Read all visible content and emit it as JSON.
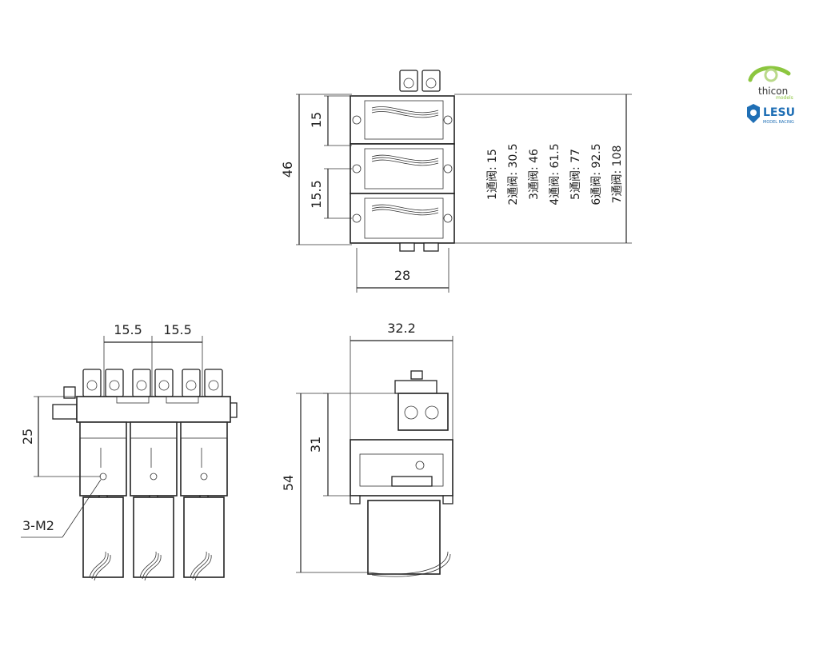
{
  "logos": {
    "thicon": "thicon",
    "thicon_sub": "models",
    "lesu": "LESU",
    "lesu_sub": "MODEL RACING"
  },
  "top_view": {
    "dim_total_height": "46",
    "dim_first": "15",
    "dim_pitch": "15.5",
    "dim_width": "28",
    "channel_table": [
      "1通阀: 15",
      "2通阀: 30.5",
      "3通阀: 46",
      "4通阀: 61.5",
      "5通阀: 77",
      "6通阀: 92.5",
      "7通阀: 108"
    ]
  },
  "front_view": {
    "dim_pitch_1": "15.5",
    "dim_pitch_2": "15.5",
    "dim_height": "25",
    "hole_note": "3-M2"
  },
  "side_view": {
    "dim_width": "32.2",
    "dim_upper": "31",
    "dim_total": "54"
  },
  "colors": {
    "line": "#222222",
    "logo_green": "#8cc63f",
    "logo_blue": "#1f6fb5"
  }
}
